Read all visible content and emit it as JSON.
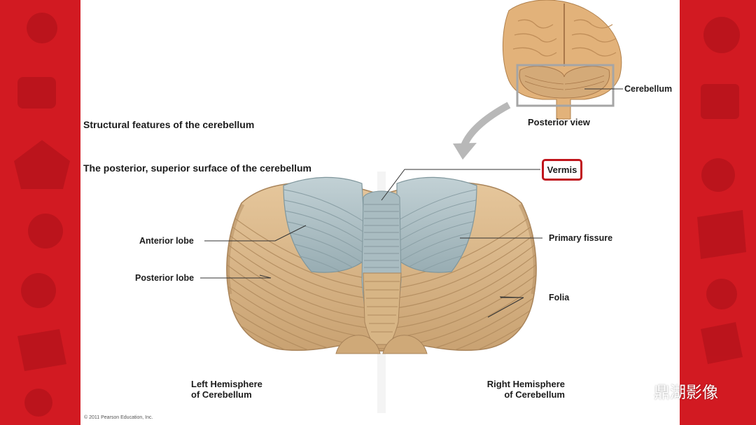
{
  "slide": {
    "heading_structural": "Structural features of the cerebellum",
    "heading_surface": "The posterior, superior surface of the cerebellum",
    "copyright": "© 2011 Pearson Education, Inc."
  },
  "inset": {
    "label_cerebellum": "Cerebellum",
    "caption": "Posterior view"
  },
  "labels": {
    "vermis": "Vermis",
    "anterior_lobe": "Anterior lobe",
    "posterior_lobe": "Posterior lobe",
    "primary_fissure": "Primary fissure",
    "folia": "Folia",
    "left_hemisphere_line1": "Left Hemisphere",
    "left_hemisphere_line2": "of Cerebellum",
    "right_hemisphere_line1": "Right Hemisphere",
    "right_hemisphere_line2": "of Cerebellum"
  },
  "watermark": {
    "text": "鼎湖影像",
    "icon": "wechat-icon"
  },
  "colors": {
    "frame_red": "#d21a22",
    "highlight_red": "#c0151c",
    "anterior_blue": "#aebfc4",
    "tissue_tan": "#d9b88b"
  }
}
